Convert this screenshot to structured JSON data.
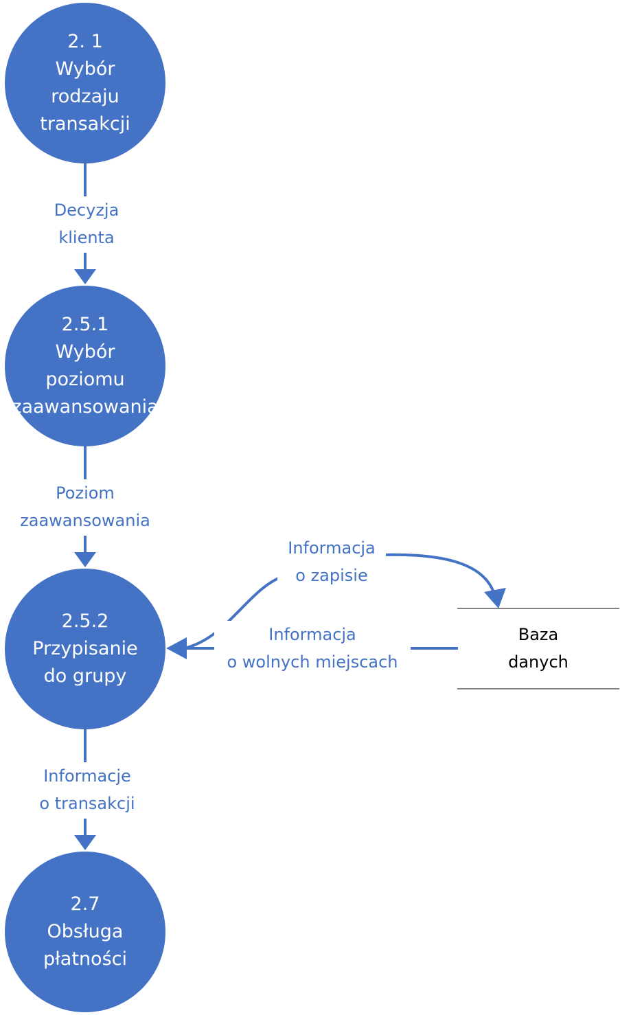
{
  "colors": {
    "process_fill": "#4472C4",
    "flow": "#4472C4",
    "store_line": "#595959",
    "store_text": "#000000"
  },
  "processes": [
    {
      "number": "2. 1",
      "lines": [
        "Wybór",
        "rodzaju",
        "transakcji"
      ]
    },
    {
      "number": "2.5.1",
      "lines": [
        "Wybór",
        "poziomu",
        "zaawansowania"
      ]
    },
    {
      "number": "2.5.2",
      "lines": [
        "Przypisanie",
        "do grupy"
      ]
    },
    {
      "number": "2.7",
      "lines": [
        "Obsługa",
        "płatności"
      ]
    }
  ],
  "flows": [
    {
      "lines": [
        "Decyzja",
        "klienta"
      ]
    },
    {
      "lines": [
        "Poziom",
        "zaawansowania"
      ]
    },
    {
      "lines": [
        "Informacje",
        "o transakcji"
      ]
    },
    {
      "lines": [
        "Informacja",
        "o zapisie"
      ]
    },
    {
      "lines": [
        "Informacja",
        "o wolnych miejscach"
      ]
    }
  ],
  "data_store": {
    "lines": [
      "Baza",
      "danych"
    ]
  }
}
